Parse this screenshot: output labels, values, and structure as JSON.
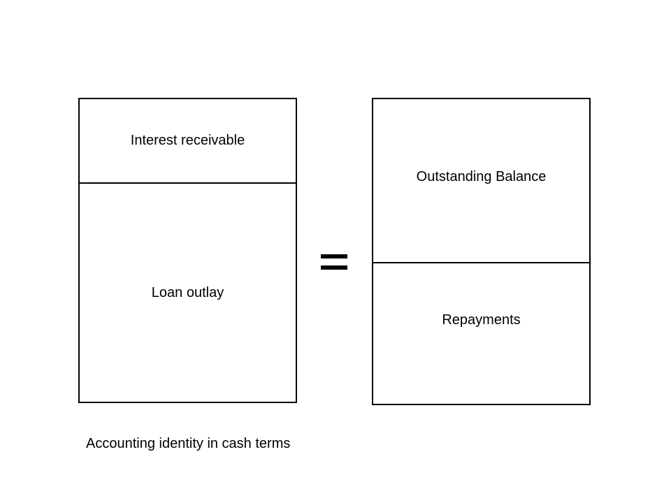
{
  "left": {
    "top": "Interest receivable",
    "bottom": "Loan outlay"
  },
  "right": {
    "top": "Outstanding Balance",
    "bottom": "Repayments"
  },
  "caption": "Accounting identity in cash terms"
}
